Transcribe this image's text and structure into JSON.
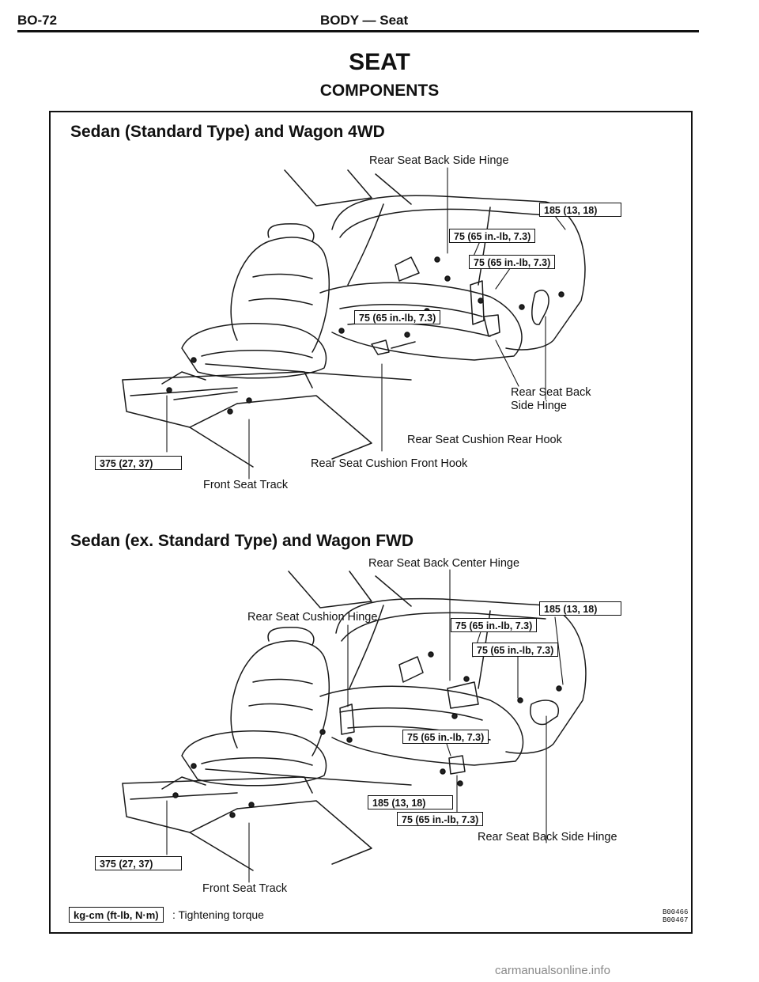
{
  "header": {
    "page_number": "BO-72",
    "section": "BODY — Seat"
  },
  "title": "SEAT",
  "subtitle": "COMPONENTS",
  "diagram1": {
    "heading": "Sedan (Standard Type) and Wagon 4WD",
    "labels": {
      "back_side_hinge_top": "Rear Seat Back Side Hinge",
      "back_side_hinge_right_1": "Rear Seat Back",
      "back_side_hinge_right_2": "Side Hinge",
      "cushion_rear_hook": "Rear Seat Cushion Rear Hook",
      "cushion_front_hook": "Rear Seat Cushion Front Hook",
      "front_seat_track": "Front Seat Track"
    },
    "torque": {
      "t185": "185 (13, 18)",
      "t75a": "75 (65 in.-lb, 7.3)",
      "t75b": "75 (65 in.-lb, 7.3)",
      "t75c": "75 (65 in.-lb, 7.3)",
      "t375": "375 (27, 37)"
    }
  },
  "diagram2": {
    "heading": "Sedan (ex. Standard Type) and Wagon FWD",
    "labels": {
      "back_center_hinge": "Rear Seat Back Center Hinge",
      "cushion_hinge": "Rear Seat Cushion Hinge",
      "back_side_hinge": "Rear Seat Back Side Hinge",
      "front_seat_track": "Front Seat Track"
    },
    "torque": {
      "t185a": "185 (13, 18)",
      "t75a": "75 (65 in.-lb, 7.3)",
      "t75b": "75 (65 in.-lb, 7.3)",
      "t75c": "75 (65 in.-lb, 7.3)",
      "t185b": "185 (13, 18)",
      "t75d": "75 (65 in.-lb, 7.3)",
      "t375": "375 (27, 37)"
    }
  },
  "legend": {
    "unit": "kg-cm (ft-lb, N·m)",
    "text": ": Tightening torque"
  },
  "codes": [
    "B00466",
    "B00467"
  ],
  "watermark": "carmanualsonline.info"
}
